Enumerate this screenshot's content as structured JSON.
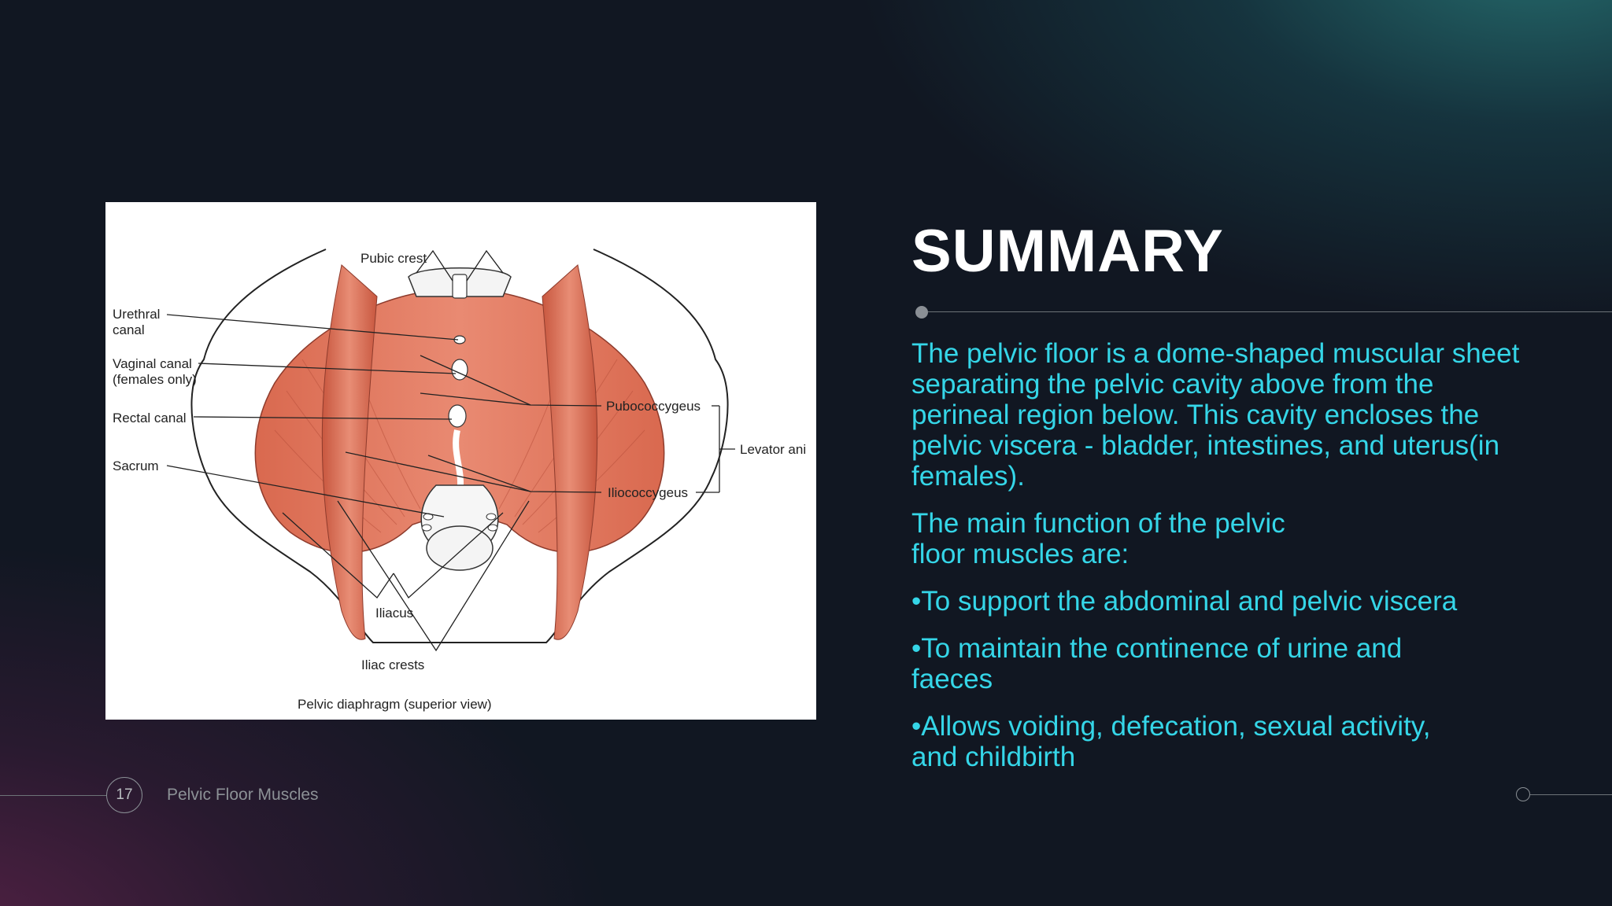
{
  "slide": {
    "title": "SUMMARY",
    "paragraphs": [
      "The pelvic floor is a dome-shaped muscular sheet separating the pelvic cavity above from the perineal region below. This cavity encloses the pelvic viscera - bladder, intestines, and uterus(in females).",
      "The main function of the pelvic floor muscles are:",
      "•To support the abdominal and pelvic viscera",
      "•To maintain the continence of urine and faeces",
      "•Allows voiding, defecation, sexual activity, and childbirth"
    ],
    "page_number": "17",
    "footer_text": "Pelvic Floor Muscles"
  },
  "figure": {
    "caption": "Pelvic diaphragm (superior view)",
    "labels": {
      "pubic_crest": "Pubic crest",
      "urethral_canal_1": "Urethral",
      "urethral_canal_2": "canal",
      "vaginal_canal_1": "Vaginal canal",
      "vaginal_canal_2": "(females only)",
      "rectal_canal": "Rectal canal",
      "sacrum": "Sacrum",
      "pubococcygeus": "Pubococcygeus",
      "iliococcygeus": "Iliococcygeus",
      "levator_ani": "Levator ani",
      "iliacus": "Iliacus",
      "iliac_crests": "Iliac crests"
    }
  },
  "colors": {
    "background": "#111722",
    "title": "#ffffff",
    "body_text": "#35d6e8",
    "muscle": "#e07a62",
    "muscle_dark": "#c95a45",
    "footer_text": "#8c9196"
  }
}
